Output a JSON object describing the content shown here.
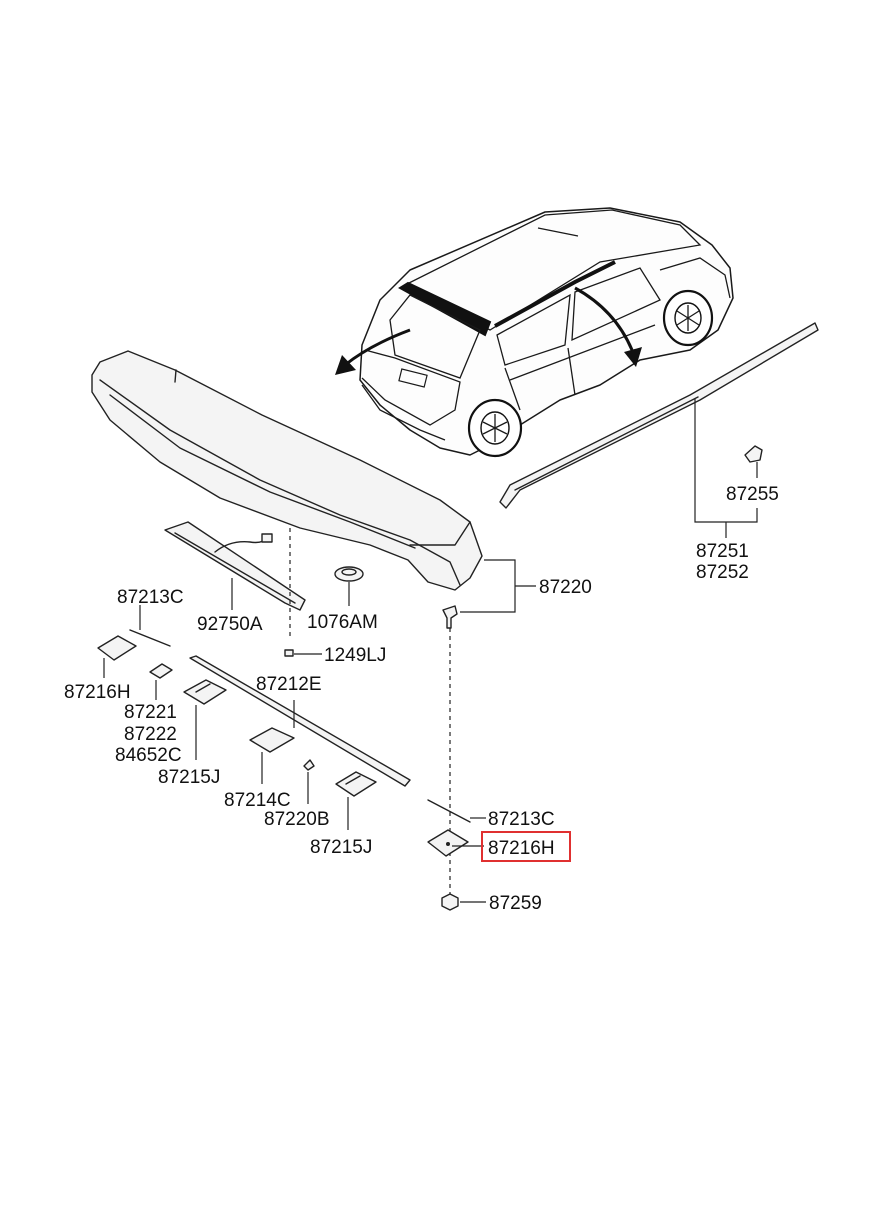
{
  "highlight_color": "#e03030",
  "labels": {
    "p87255": "87255",
    "p87251": "87251",
    "p87252": "87252",
    "p87220": "87220",
    "p87213c_top": "87213C",
    "p92750a": "92750A",
    "p1076am": "1076AM",
    "p1249lj": "1249LJ",
    "p87216h_left": "87216H",
    "p87212e": "87212E",
    "p87221": "87221",
    "p87222": "87222",
    "p84652c": "84652C",
    "p87215j_left": "87215J",
    "p87214c": "87214C",
    "p87220b": "87220B",
    "p87215j_right": "87215J",
    "p87213c_right": "87213C",
    "p87216h_selected": "87216H",
    "p87259": "87259"
  }
}
